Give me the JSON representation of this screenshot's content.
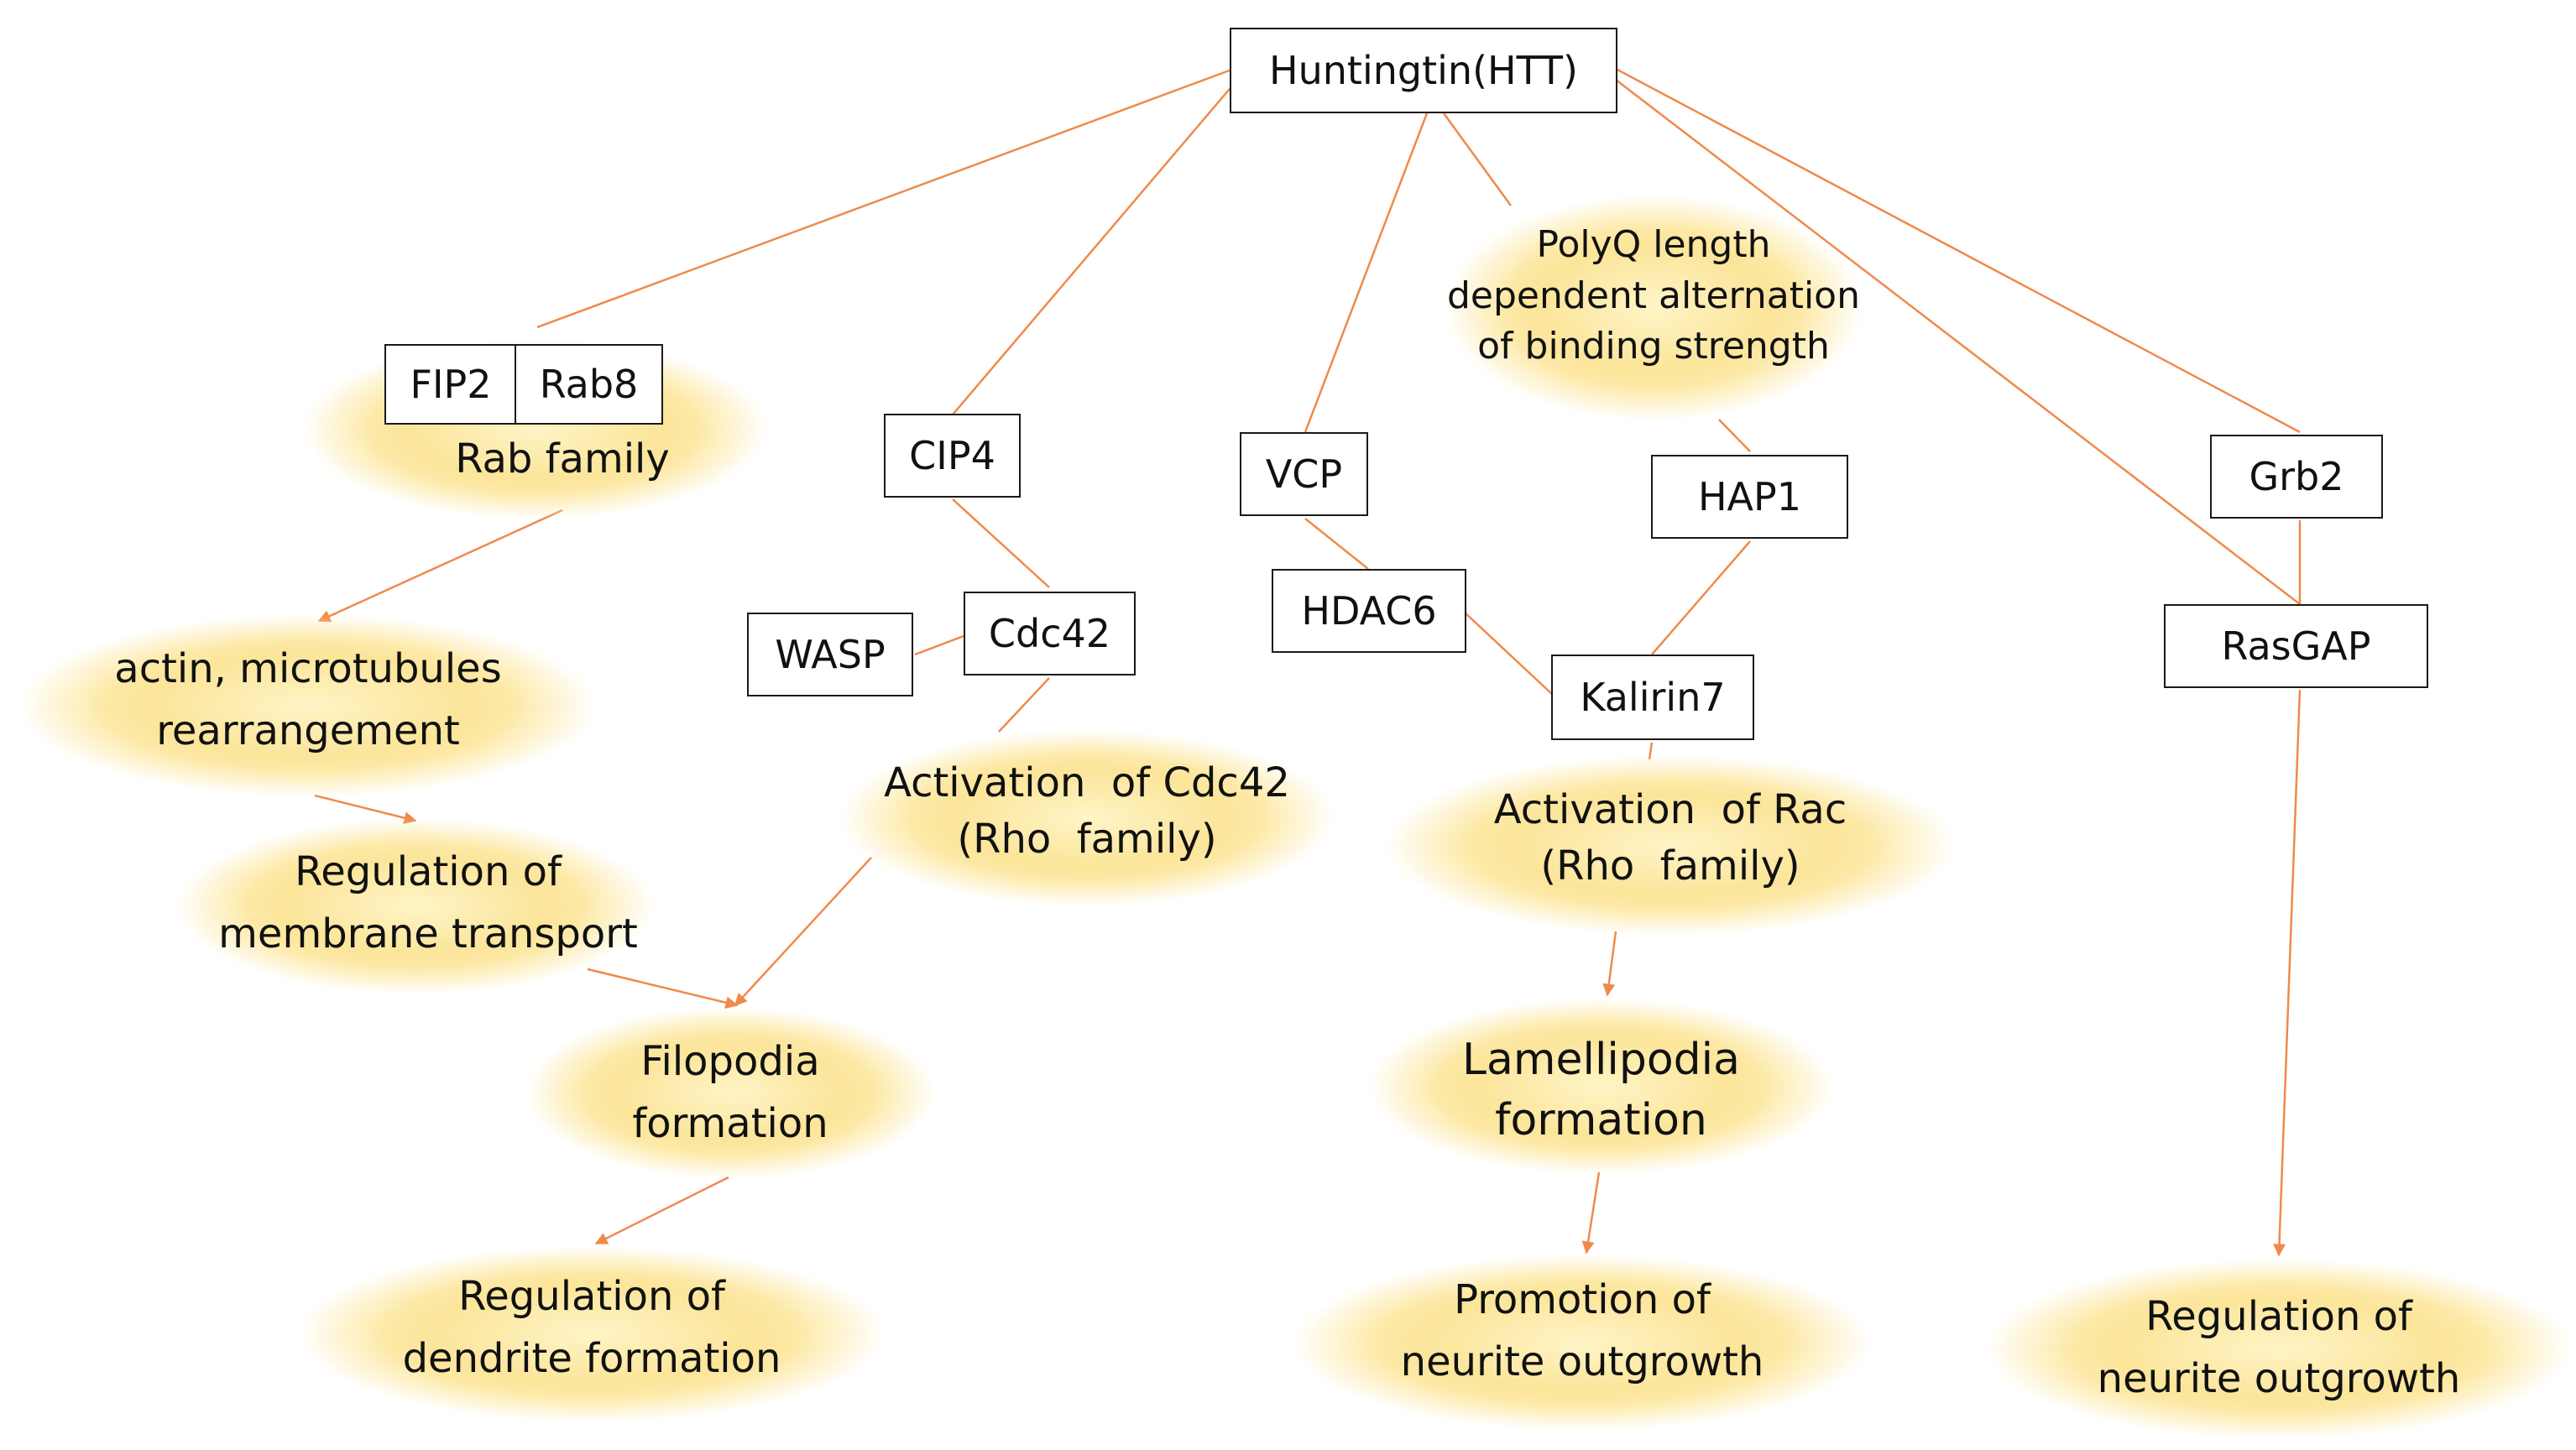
{
  "colors": {
    "edge": "#ef8a4a",
    "box_border": "#1a1a1a",
    "glow": "#fbe59a"
  },
  "boxes": {
    "htt": "Huntingtin(HTT)",
    "fip2": "FIP2",
    "rab8": "Rab8",
    "cip4": "CIP4",
    "cdc42": "Cdc42",
    "wasp": "WASP",
    "vcp": "VCP",
    "hdac6": "HDAC6",
    "hap1": "HAP1",
    "kalirin7": "Kalirin7",
    "grb2": "Grb2",
    "rasgap": "RasGAP"
  },
  "ellipses": {
    "rab_family": "Rab family",
    "polyq": [
      "PolyQ length",
      "dependent alternation",
      "of binding strength"
    ],
    "actin": [
      "actin, microtubules",
      "rearrangement"
    ],
    "membrane": [
      "Regulation of",
      "membrane transport"
    ],
    "filopodia": [
      "Filopodia",
      "formation"
    ],
    "dendrite": [
      "Regulation of",
      "dendrite formation"
    ],
    "cdc42_act": [
      "Activation  of Cdc42",
      "(Rho  family)"
    ],
    "rac_act": [
      "Activation  of Rac",
      "(Rho  family)"
    ],
    "lamellipodia": [
      "Lamellipodia",
      "formation"
    ],
    "promotion": [
      "Promotion of",
      "neurite outgrowth"
    ],
    "regulation_neurite": [
      "Regulation of",
      "neurite outgrowth"
    ]
  }
}
